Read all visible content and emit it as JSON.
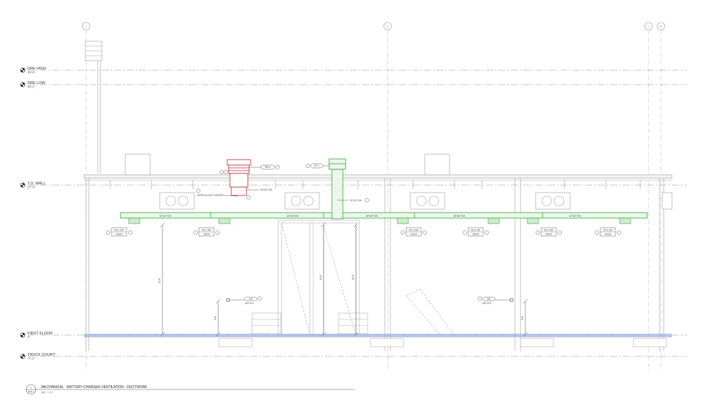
{
  "grid_tags": [
    "J",
    "K",
    "L",
    "M"
  ],
  "levels": [
    {
      "name": "DRE HIGH",
      "elev": "49'-8\""
    },
    {
      "name": "DRE LOW",
      "elev": "48'-1\""
    },
    {
      "name": "T.O. WALL",
      "elev": "27'-8\""
    },
    {
      "name": "FIRST FLOOR",
      "elev": "0\""
    },
    {
      "name": "TRUCK COURT",
      "elev": "-4'-2\""
    }
  ],
  "duct_labels": [
    "12\"x12\" E/A",
    "14\"x16\" E/A",
    "18\"x20\" E/A",
    "18\"x16\" E/A",
    "12\"x12\" E/A"
  ],
  "riser_label": "22\"x22\" E/A",
  "heater_duct_label": "20\"x20\" O/A",
  "vertical_heater_label": "VERTICAL DUCT HEATER",
  "tags": {
    "heater_top": "TBH-1",
    "exhaust_fan": "EF-1"
  },
  "diffuser": {
    "top": "5G-1 300",
    "bottom": "20X20"
  },
  "thermostat": {
    "tag": "T/S",
    "elev": "AFF 8'-0\""
  },
  "dims": [
    "22'-6\"",
    "8'-6\"",
    "21'-6\"",
    "21'-6\"",
    "8'-6\""
  ],
  "title": {
    "drawing_no": "1",
    "sheet": "M-5.1",
    "text": "MECHANICAL - BATTERY CHARGER VENTILATION - DUCTWORK",
    "scale": "3/8\" = 1'-0\""
  },
  "colors": {
    "duct": "#2e9e2e",
    "heater": "#b22222",
    "floor": "#9bb8e6",
    "line": "#999999"
  }
}
